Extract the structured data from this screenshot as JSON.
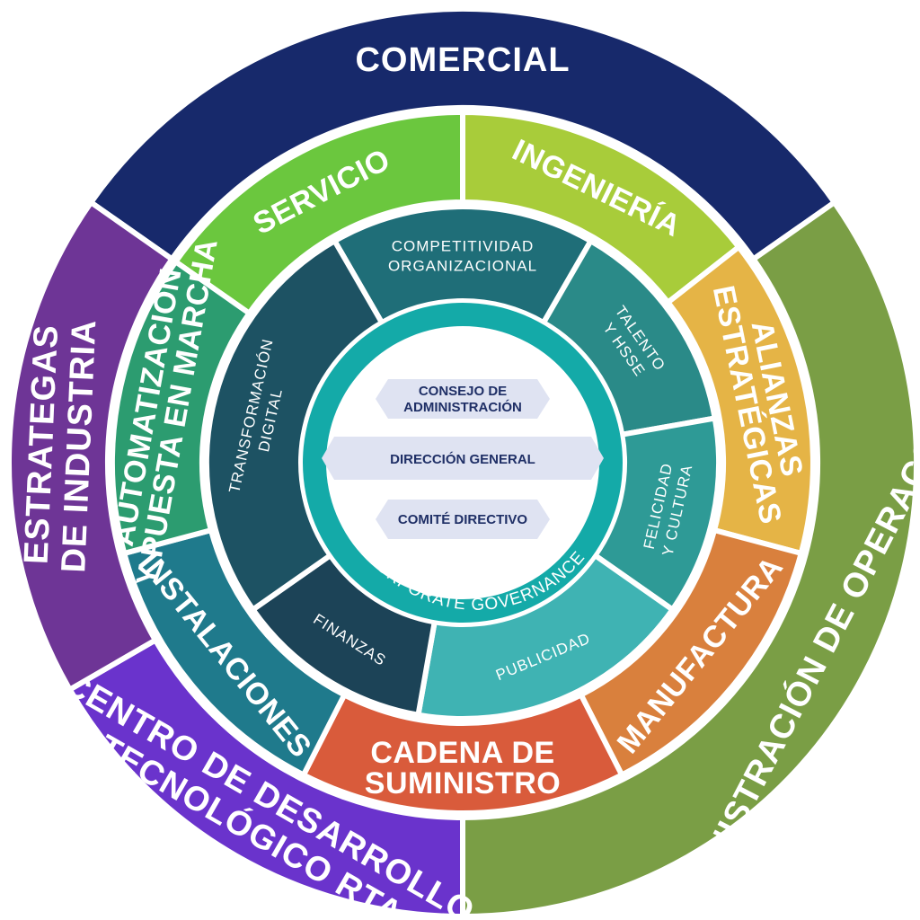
{
  "outer_ring": [
    {
      "id": "comercial",
      "lines": [
        "COMERCIAL"
      ],
      "color": "#17296b"
    },
    {
      "id": "administracion",
      "lines": [
        "ADMINISTRACIÓN DE OPERACOINES"
      ],
      "color": "#7a9e45"
    },
    {
      "id": "centro",
      "lines": [
        "CENTRO DE DESARROLLO",
        "TECNOLÓGICO RTA"
      ],
      "color": "#6a33cc"
    },
    {
      "id": "estrategas",
      "lines": [
        "ESTRATEGAS",
        "DE INDUSTRIA"
      ],
      "color": "#6e3596"
    }
  ],
  "middle_ring": [
    {
      "id": "servicio",
      "lines": [
        "SERVICIO"
      ],
      "color": "#6bc73e"
    },
    {
      "id": "ingenieria",
      "lines": [
        "INGENIERÍA"
      ],
      "color": "#a8cc3a"
    },
    {
      "id": "alianzas",
      "lines": [
        "ALIANZAS",
        "ESTRATÉGICAS"
      ],
      "color": "#e5b446"
    },
    {
      "id": "manufactura",
      "lines": [
        "MANUFACTURA"
      ],
      "color": "#d9803d"
    },
    {
      "id": "cadena",
      "lines": [
        "CADENA DE",
        "SUMINISTRO"
      ],
      "color": "#d95b3b"
    },
    {
      "id": "instalaciones",
      "lines": [
        "INSTALACIONES"
      ],
      "color": "#1f7a8c"
    },
    {
      "id": "automatizacion",
      "lines": [
        "AUTOMATIZACIÓN",
        "Y PUESTA EN MARCHA"
      ],
      "color": "#2c9c70"
    }
  ],
  "inner_ring": [
    {
      "id": "competitividad",
      "lines": [
        "COMPETITIVIDAD",
        "ORGANIZACIONAL"
      ],
      "color": "#1f6e78"
    },
    {
      "id": "talento",
      "lines": [
        "TALENTO",
        "Y HSSE"
      ],
      "color": "#2a8a88"
    },
    {
      "id": "felicidad",
      "lines": [
        "FELICIDAD",
        "Y CULTURA"
      ],
      "color": "#2e9a96"
    },
    {
      "id": "publicidad",
      "lines": [
        "PUBLICIDAD"
      ],
      "color": "#3fb3b3"
    },
    {
      "id": "finanzas",
      "lines": [
        "FINANZAS"
      ],
      "color": "#1c4357"
    },
    {
      "id": "transformacion",
      "lines": [
        "TRANSFORMACIÓN",
        "DIGITAL"
      ],
      "color": "#1d5263"
    }
  ],
  "governance": {
    "label": "CORPORATE GOVERNANCE",
    "color": "#14aaa8"
  },
  "core": {
    "consejo": [
      "CONSEJO DE",
      "ADMINISTRACIÓN"
    ],
    "direccion": "DIRECCIÓN GENERAL",
    "comite": "COMITÉ DIRECTIVO"
  }
}
